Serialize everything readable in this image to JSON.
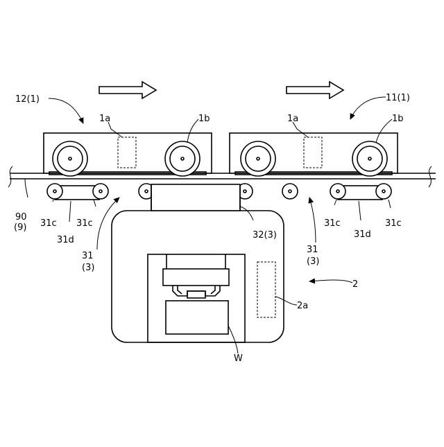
{
  "labels": {
    "vehicle_left": "12(1)",
    "vehicle_right": "11(1)",
    "part_1a": "1a",
    "part_1b": "1b",
    "rail_90": "90",
    "rail_9": "(9)",
    "roller_31c": "31c",
    "belt_31d": "31d",
    "conveyor_31": "31",
    "conveyor_3": "(3)",
    "unit_32": "32(3)",
    "device_2": "2",
    "part_2a": "2a",
    "workpiece": "W"
  }
}
